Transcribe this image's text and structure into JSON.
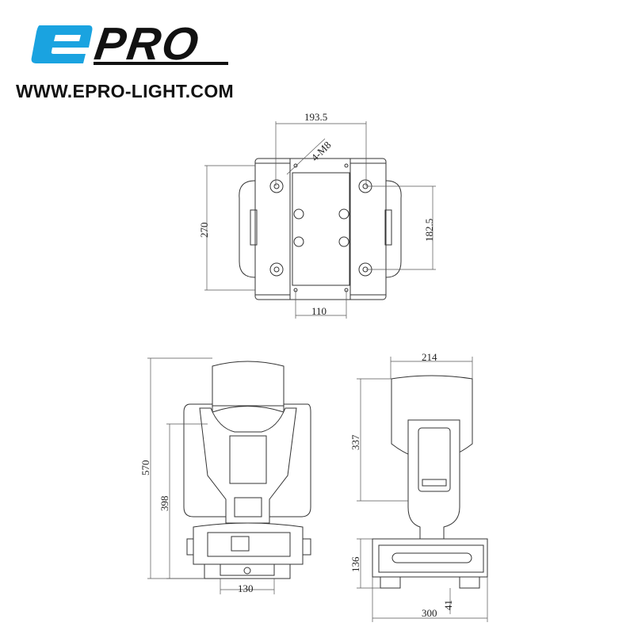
{
  "brand": {
    "logo_text": "ePRO",
    "logo_color": "#1aa3e0",
    "website": "WWW.EPRO-LIGHT.COM"
  },
  "top_view": {
    "width_holes": "193.5",
    "screw_label": "4-M8",
    "depth": "270",
    "hole_spacing": "182.5",
    "bracket_width": "110"
  },
  "front_view": {
    "total_height": "570",
    "yoke_height": "398",
    "base_width": "130"
  },
  "side_view": {
    "head_width": "214",
    "head_height": "337",
    "base_height": "136",
    "base_depth": "300",
    "foot_height": "41"
  }
}
